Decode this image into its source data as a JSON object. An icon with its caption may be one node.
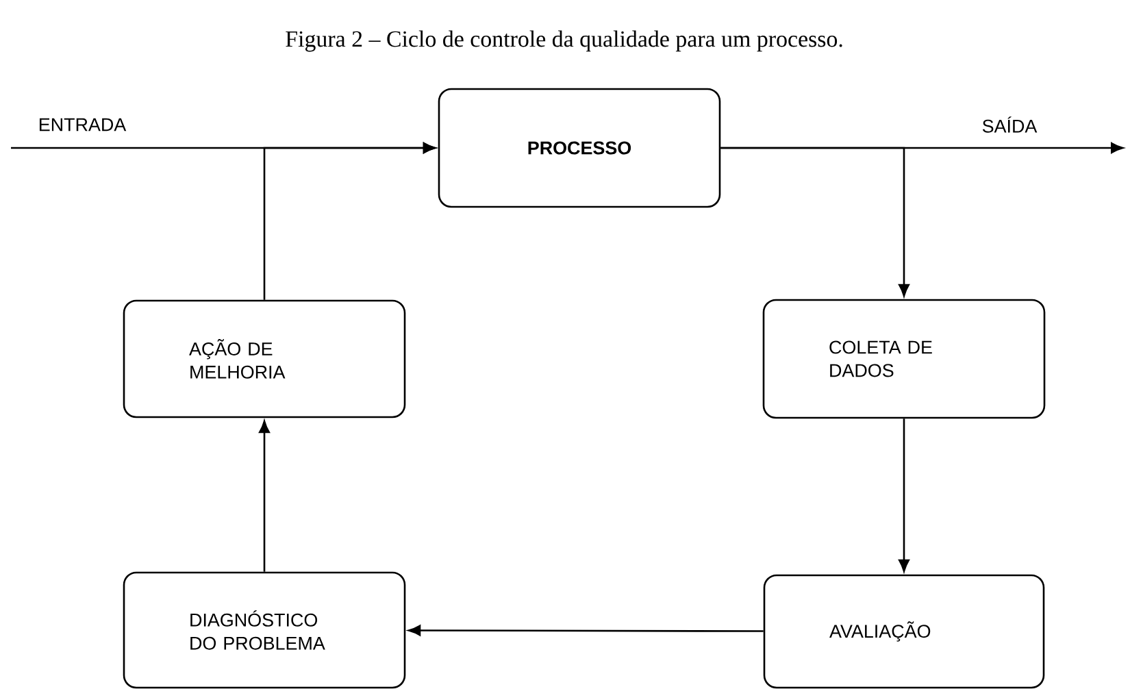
{
  "diagram": {
    "title": "Figura 2 – Ciclo de controle da qualidade para um processo.",
    "nodes": [
      {
        "text": [
          "**PROCESSO**"
        ]
      },
      {
        "text": [
          "COLETA DE DADOS"
        ]
      },
      {
        "text": [
          "AVALIAÇÃO"
        ]
      },
      {
        "text": [
          "DIAGNÓSTICO DO PROBLEMA"
        ]
      },
      {
        "text": [
          "AÇÃO DE MELHORIA"
        ]
      }
    ],
    "edges": [
      {
        "from": null,
        "to": 0,
        "arrow": "to",
        "label": "ENTRADA"
      },
      {
        "from": 0,
        "to": null,
        "arrow": "to",
        "label": "SAÍDA"
      },
      {
        "from": 0,
        "to": 1,
        "arrow": "to"
      },
      {
        "from": 1,
        "to": 2,
        "arrow": "to"
      },
      {
        "from": 2,
        "to": 3,
        "arrow": "to"
      },
      {
        "from": 3,
        "to": 4,
        "arrow": "to"
      },
      {
        "from": 4,
        "to": 0,
        "arrow": "to"
      }
    ]
  }
}
